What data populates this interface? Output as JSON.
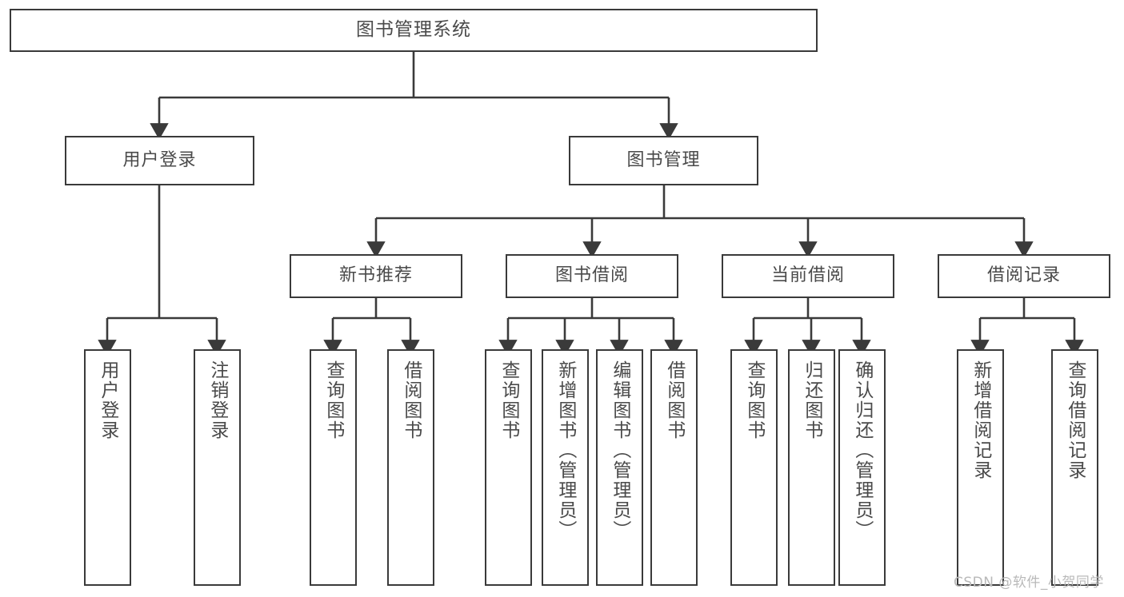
{
  "diagram": {
    "type": "tree",
    "title": "图书管理系统",
    "colors": {
      "border": "#3a3a3a",
      "text": "#4a4a4a",
      "background": "#ffffff",
      "wire": "#3a3a3a",
      "watermark": "#b9b9b9"
    },
    "root": {
      "label": "图书管理系统"
    },
    "level2": [
      {
        "label": "用户登录"
      },
      {
        "label": "图书管理"
      }
    ],
    "level3": [
      {
        "label": "新书推荐"
      },
      {
        "label": "图书借阅"
      },
      {
        "label": "当前借阅"
      },
      {
        "label": "借阅记录"
      }
    ],
    "leaves": {
      "user_login": [
        {
          "label": "用户登录"
        },
        {
          "label": "注销登录"
        }
      ],
      "new_book_recommend": [
        {
          "label": "查询图书"
        },
        {
          "label": "借阅图书"
        }
      ],
      "book_borrow": [
        {
          "label": "查询图书"
        },
        {
          "label": "新增图书（管理员）"
        },
        {
          "label": "编辑图书（管理员）"
        },
        {
          "label": "借阅图书"
        }
      ],
      "current_borrow": [
        {
          "label": "查询图书"
        },
        {
          "label": "归还图书"
        },
        {
          "label": "确认归还（管理员）"
        }
      ],
      "borrow_record": [
        {
          "label": "新增借阅记录"
        },
        {
          "label": "查询借阅记录"
        }
      ]
    }
  },
  "watermark": {
    "text": "CSDN @软件_小贺同学"
  }
}
